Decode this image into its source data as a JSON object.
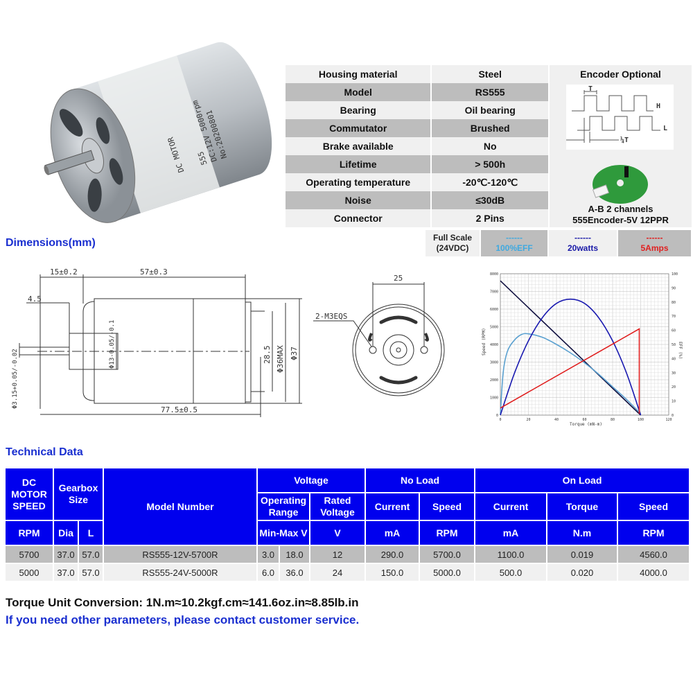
{
  "motor_photo": {
    "label_lines": [
      "555",
      "DC:12V  5000rpm",
      "No:20200801"
    ],
    "side_label": "DC MOTOR"
  },
  "specs": [
    {
      "label": "Housing material",
      "value": "Steel"
    },
    {
      "label": "Model",
      "value": "RS555"
    },
    {
      "label": "Bearing",
      "value": "Oil bearing"
    },
    {
      "label": "Commutator",
      "value": "Brushed"
    },
    {
      "label": "Brake available",
      "value": "No"
    },
    {
      "label": "Lifetime",
      "value": "> 500h"
    },
    {
      "label": "Operating temperature",
      "value": "-20℃-120℃"
    },
    {
      "label": "Noise",
      "value": "≤30dB"
    },
    {
      "label": "Connector",
      "value": "2 Pins"
    }
  ],
  "encoder": {
    "title": "Encoder Optional",
    "wave_labels": {
      "period": "T",
      "high": "H",
      "low": "L",
      "phase": "¼T"
    },
    "desc1": "A-B 2 channels",
    "desc2": "555Encoder-5V 12PPR"
  },
  "full_scale": {
    "label1": "Full Scale",
    "label2": "(24VDC)",
    "dash": "------",
    "eff": "100%EFF",
    "power": "20watts",
    "current": "5Amps",
    "colors": {
      "eff": "#3fa9e0",
      "power": "#1a1aa8",
      "current": "#e02020"
    }
  },
  "dimensions": {
    "title": "Dimensions(mm)",
    "side": {
      "d1": "15±0.2",
      "d2": "57±0.3",
      "d3": "4.5",
      "d4": "Φ13-0.05/-0.1",
      "d5": "28.5",
      "d6": "Φ36MAX",
      "d7": "Φ37",
      "d8": "Φ3.15+0.05/-0.02",
      "d9": "77.5±0.5"
    },
    "end": {
      "width": "25",
      "holes": "2-M3EQS"
    }
  },
  "chart_data": {
    "type": "line",
    "xlabel": "Torque (mN-m)",
    "ylabel": "Speed (RPM)",
    "y2label": "EFF (%)",
    "xlim": [
      0,
      120
    ],
    "ylim": [
      0,
      8000
    ],
    "y2lim": [
      0,
      100
    ],
    "grid": true,
    "xticks": [
      0,
      20,
      40,
      60,
      80,
      100,
      120
    ],
    "yticks": [
      0,
      1000,
      2000,
      3000,
      4000,
      5000,
      6000,
      7000,
      8000
    ],
    "y2ticks": [
      0,
      10,
      20,
      30,
      40,
      50,
      60,
      70,
      80,
      90,
      100
    ],
    "series": [
      {
        "name": "Speed",
        "axis": "left",
        "color": "#101040",
        "x": [
          0,
          100
        ],
        "y": [
          7600,
          0
        ]
      },
      {
        "name": "Efficiency",
        "axis": "right",
        "color": "#5aa0d0",
        "x": [
          0,
          2,
          5,
          10,
          15,
          20,
          30,
          40,
          50,
          60,
          70,
          80,
          90,
          100
        ],
        "y": [
          0,
          30,
          45,
          53,
          57,
          57.5,
          55,
          50,
          44,
          37,
          29,
          20,
          11,
          1
        ]
      },
      {
        "name": "Power",
        "axis": "right",
        "color": "#1a1ab0",
        "x": [
          0,
          10,
          20,
          30,
          40,
          50,
          60,
          70,
          80,
          90,
          100
        ],
        "y": [
          0,
          29.5,
          52.5,
          69,
          79,
          82,
          79,
          69,
          52.5,
          29.5,
          0
        ]
      },
      {
        "name": "Current",
        "axis": "right",
        "color": "#e02020",
        "x": [
          0,
          99,
          99
        ],
        "y": [
          5,
          61,
          1
        ]
      }
    ]
  },
  "technical": {
    "title": "Technical Data",
    "headers": {
      "speed": "DC MOTOR SPEED",
      "gearbox": "Gearbox Size",
      "model": "Model Number",
      "voltage": "Voltage",
      "noload": "No Load",
      "onload": "On Load",
      "oprange": "Operating Range",
      "rated": "Rated Voltage",
      "current": "Current",
      "spd": "Speed",
      "current2": "Current",
      "torque": "Torque",
      "spd2": "Speed",
      "rpm": "RPM",
      "dia": "Dia",
      "l": "L",
      "minmax": "Min-Max V",
      "v": "V",
      "ma": "mA",
      "rpm2": "RPM",
      "ma2": "mA",
      "nm": "N.m",
      "rpm3": "RPM"
    },
    "rows": [
      [
        "5700",
        "37.0",
        "57.0",
        "RS555-12V-5700R",
        "3.0",
        "18.0",
        "12",
        "290.0",
        "5700.0",
        "1100.0",
        "0.019",
        "4560.0"
      ],
      [
        "5000",
        "37.0",
        "57.0",
        "RS555-24V-5000R",
        "6.0",
        "36.0",
        "24",
        "150.0",
        "5000.0",
        "500.0",
        "0.020",
        "4000.0"
      ]
    ]
  },
  "notes": {
    "conversion": "Torque Unit Conversion: 1N.m≈10.2kgf.cm≈141.6oz.in≈8.85lb.in",
    "contact": "If you need other parameters, please contact customer service."
  }
}
